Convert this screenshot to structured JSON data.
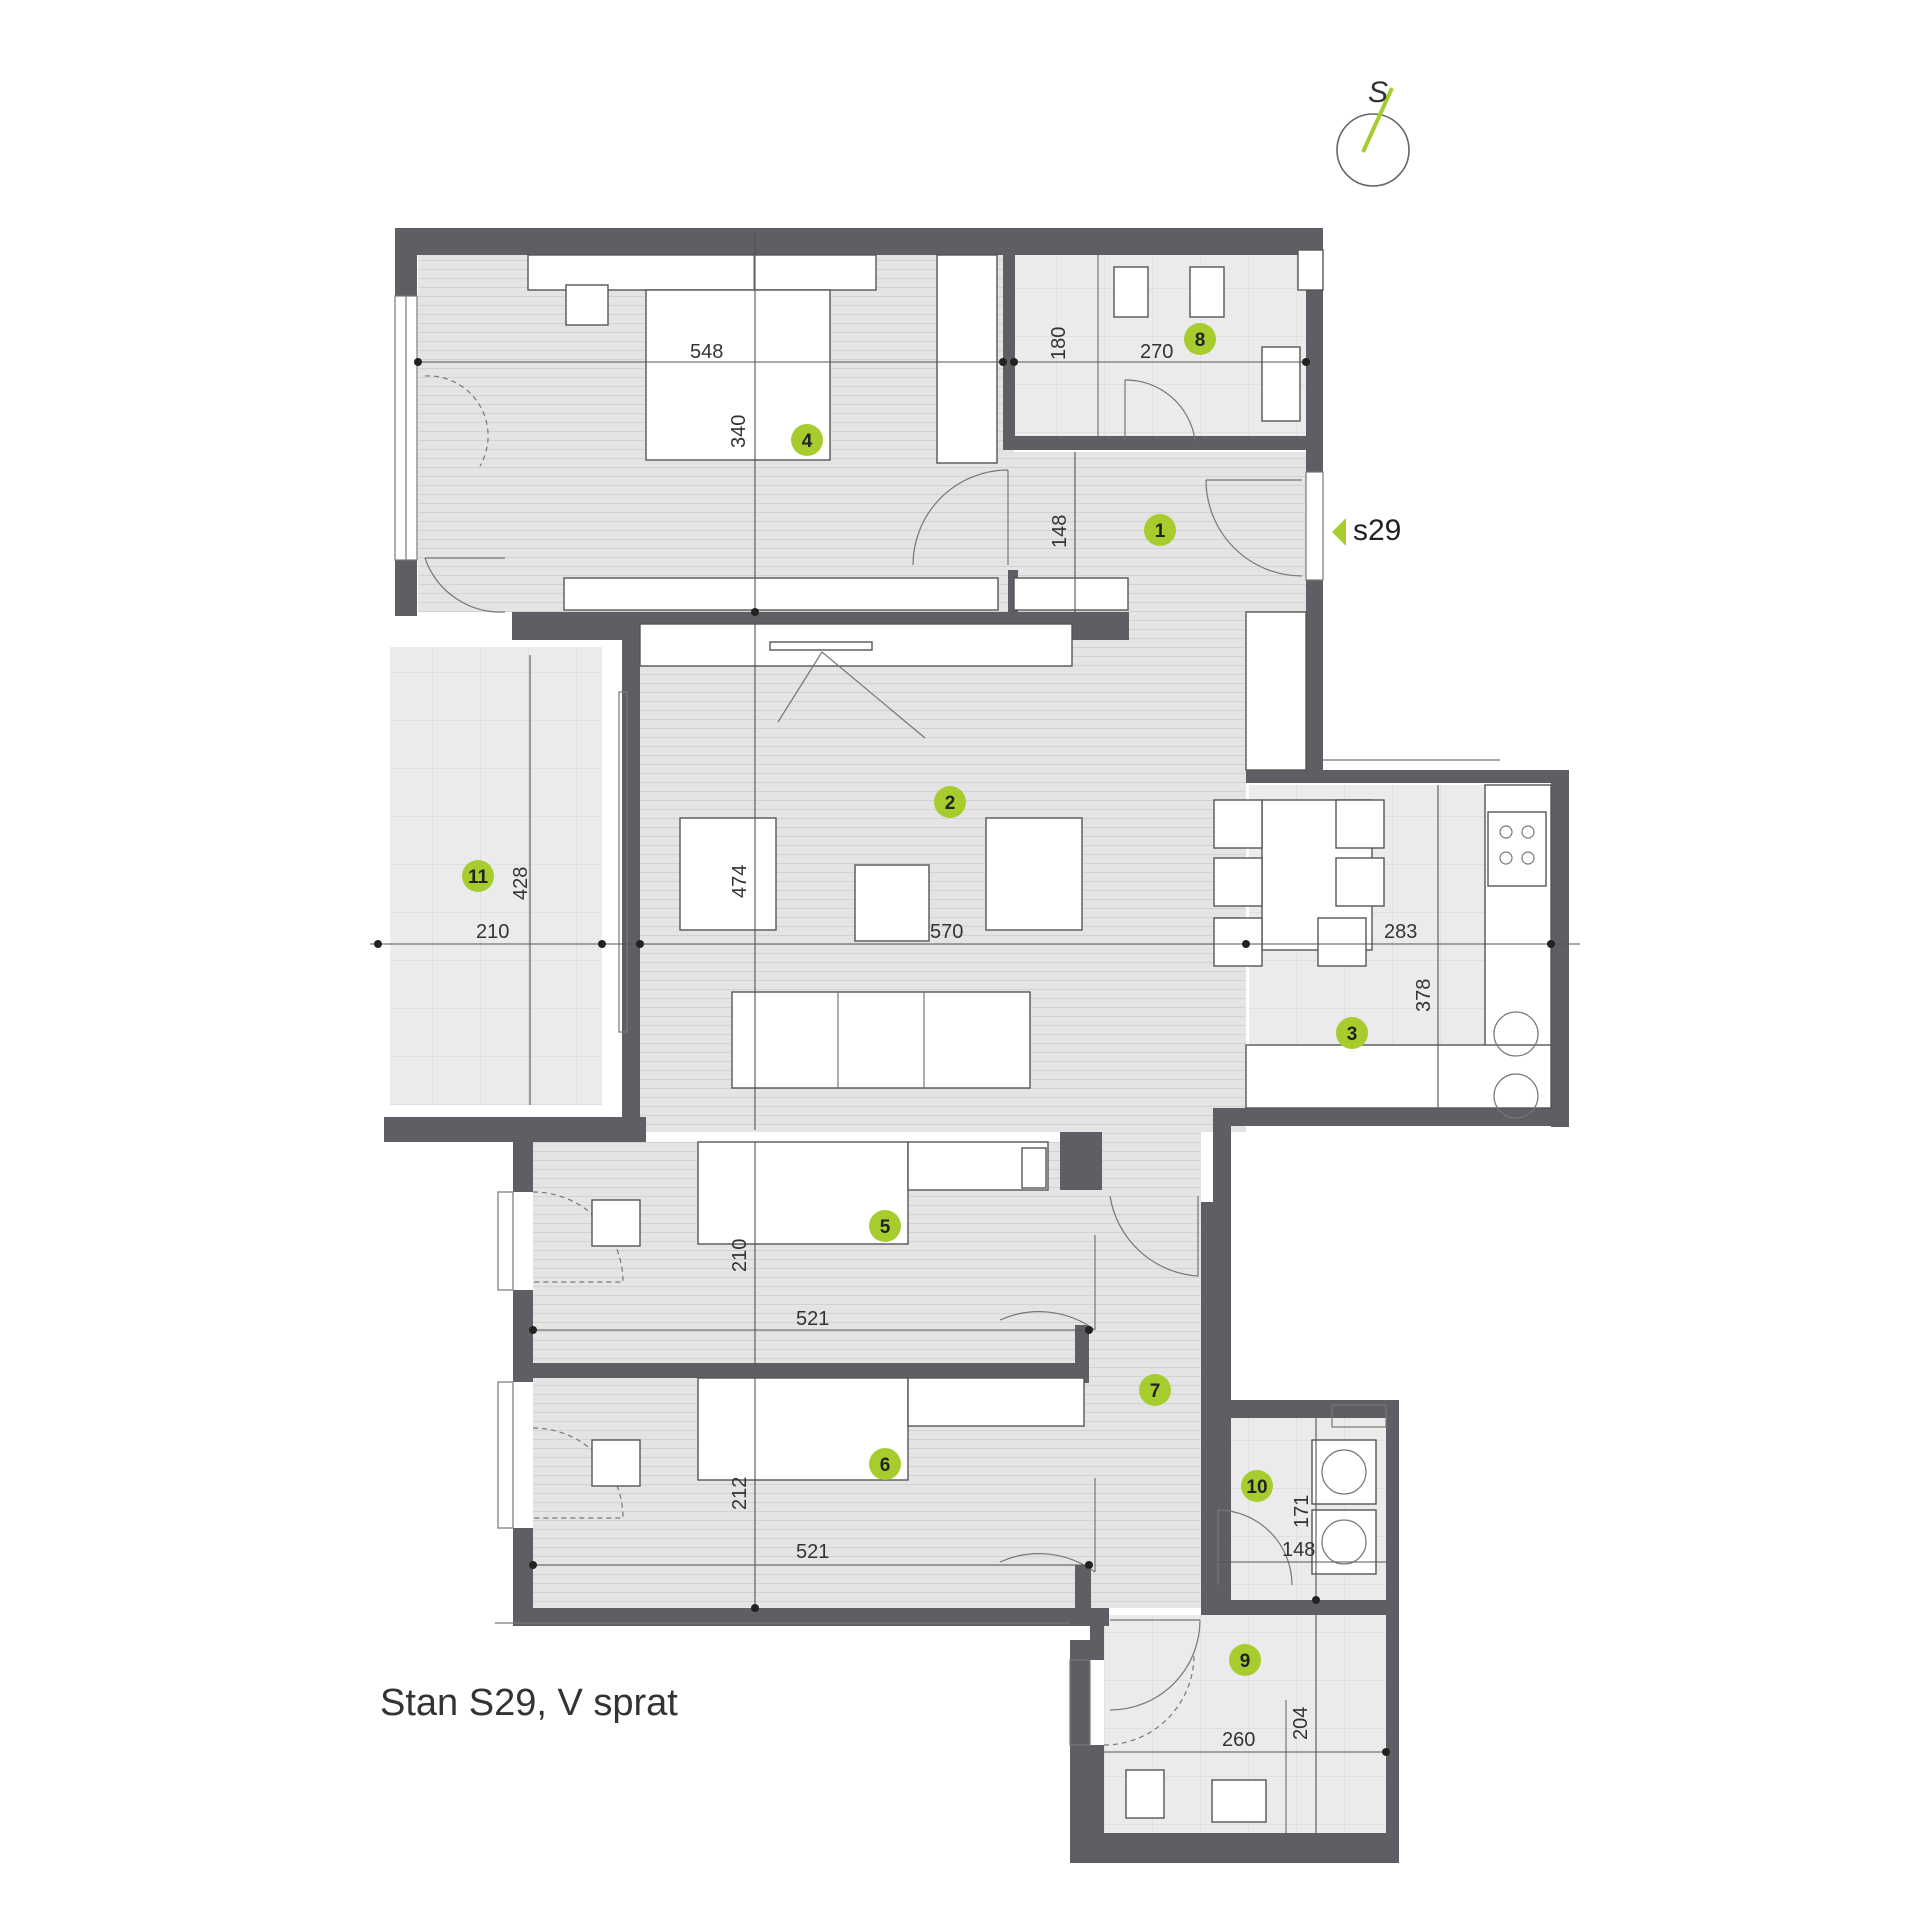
{
  "title": "Stan S29, V sprat",
  "compass_label": "S",
  "entrance_label": "s29",
  "accent_color": "#a6cd2d",
  "wall_color": "#5d5f65",
  "rooms": [
    {
      "number": "1"
    },
    {
      "number": "2"
    },
    {
      "number": "3"
    },
    {
      "number": "4"
    },
    {
      "number": "5"
    },
    {
      "number": "6"
    },
    {
      "number": "7"
    },
    {
      "number": "8"
    },
    {
      "number": "9"
    },
    {
      "number": "10"
    },
    {
      "number": "11"
    }
  ],
  "dimensions": {
    "room4_width": "548",
    "room4_depth": "340",
    "room8_depth": "180",
    "room8_width": "270",
    "room1_depth": "148",
    "room11_depth": "428",
    "room11_width": "210",
    "room2_depth": "474",
    "room2_width": "570",
    "room3_width": "283",
    "room3_depth": "378",
    "room5_depth": "210",
    "room5_width": "521",
    "room6_depth": "212",
    "room6_width": "521",
    "room10_depth": "171",
    "room10_width": "148",
    "room9_width": "260",
    "room9_depth": "204"
  }
}
